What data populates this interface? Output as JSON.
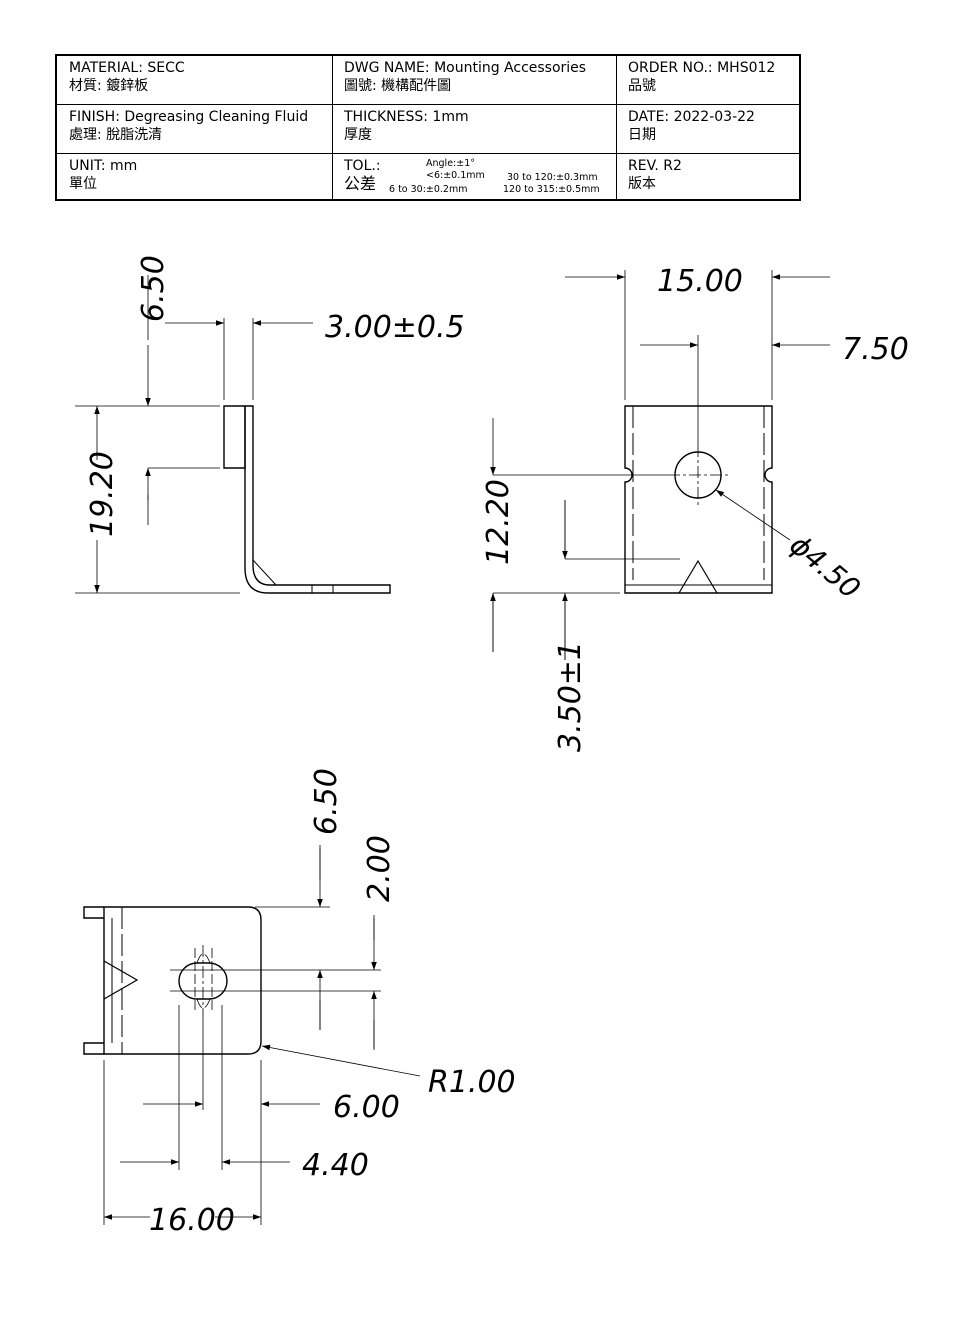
{
  "title_block": {
    "material": "MATERIAL: SECC",
    "material_cn": "材質: 鍍鋅板",
    "dwg_name": "DWG NAME: Mounting Accessories",
    "dwg_name_cn": "圖號: 機構配件圖",
    "order_no": "ORDER NO.: MHS012",
    "order_no_cn": "品號",
    "finish": "FINISH: Degreasing Cleaning Fluid",
    "finish_cn": "處理: 脫脂洗清",
    "thickness": "THICKNESS: 1mm",
    "thickness_cn": "厚度",
    "date": "DATE: 2022-03-22",
    "date_cn": "日期",
    "unit": "UNIT: mm",
    "unit_cn": "單位",
    "tol": "TOL.:",
    "tol_cn": "公差",
    "tol_angle": "Angle:±1°",
    "tol_lt6": "<6:±0.1mm",
    "tol_6to30": "6 to  30:±0.2mm",
    "tol_30to120": "30 to 120:±0.3mm",
    "tol_120to315": "120 to 315:±0.5mm",
    "rev": "REV. R2",
    "rev_cn": "版本"
  },
  "dimensions": {
    "side_top_650": "6.50",
    "side_300": "3.00±0.5",
    "side_1920": "19.20",
    "front_1500": "15.00",
    "front_750": "7.50",
    "front_1220": "12.20",
    "front_dia450": "ϕ4.50",
    "front_350": "3.50±1",
    "bottom_650": "6.50",
    "bottom_200": "2.00",
    "bottom_r100": "R1.00",
    "bottom_600": "6.00",
    "bottom_440": "4.40",
    "bottom_1600": "16.00"
  }
}
